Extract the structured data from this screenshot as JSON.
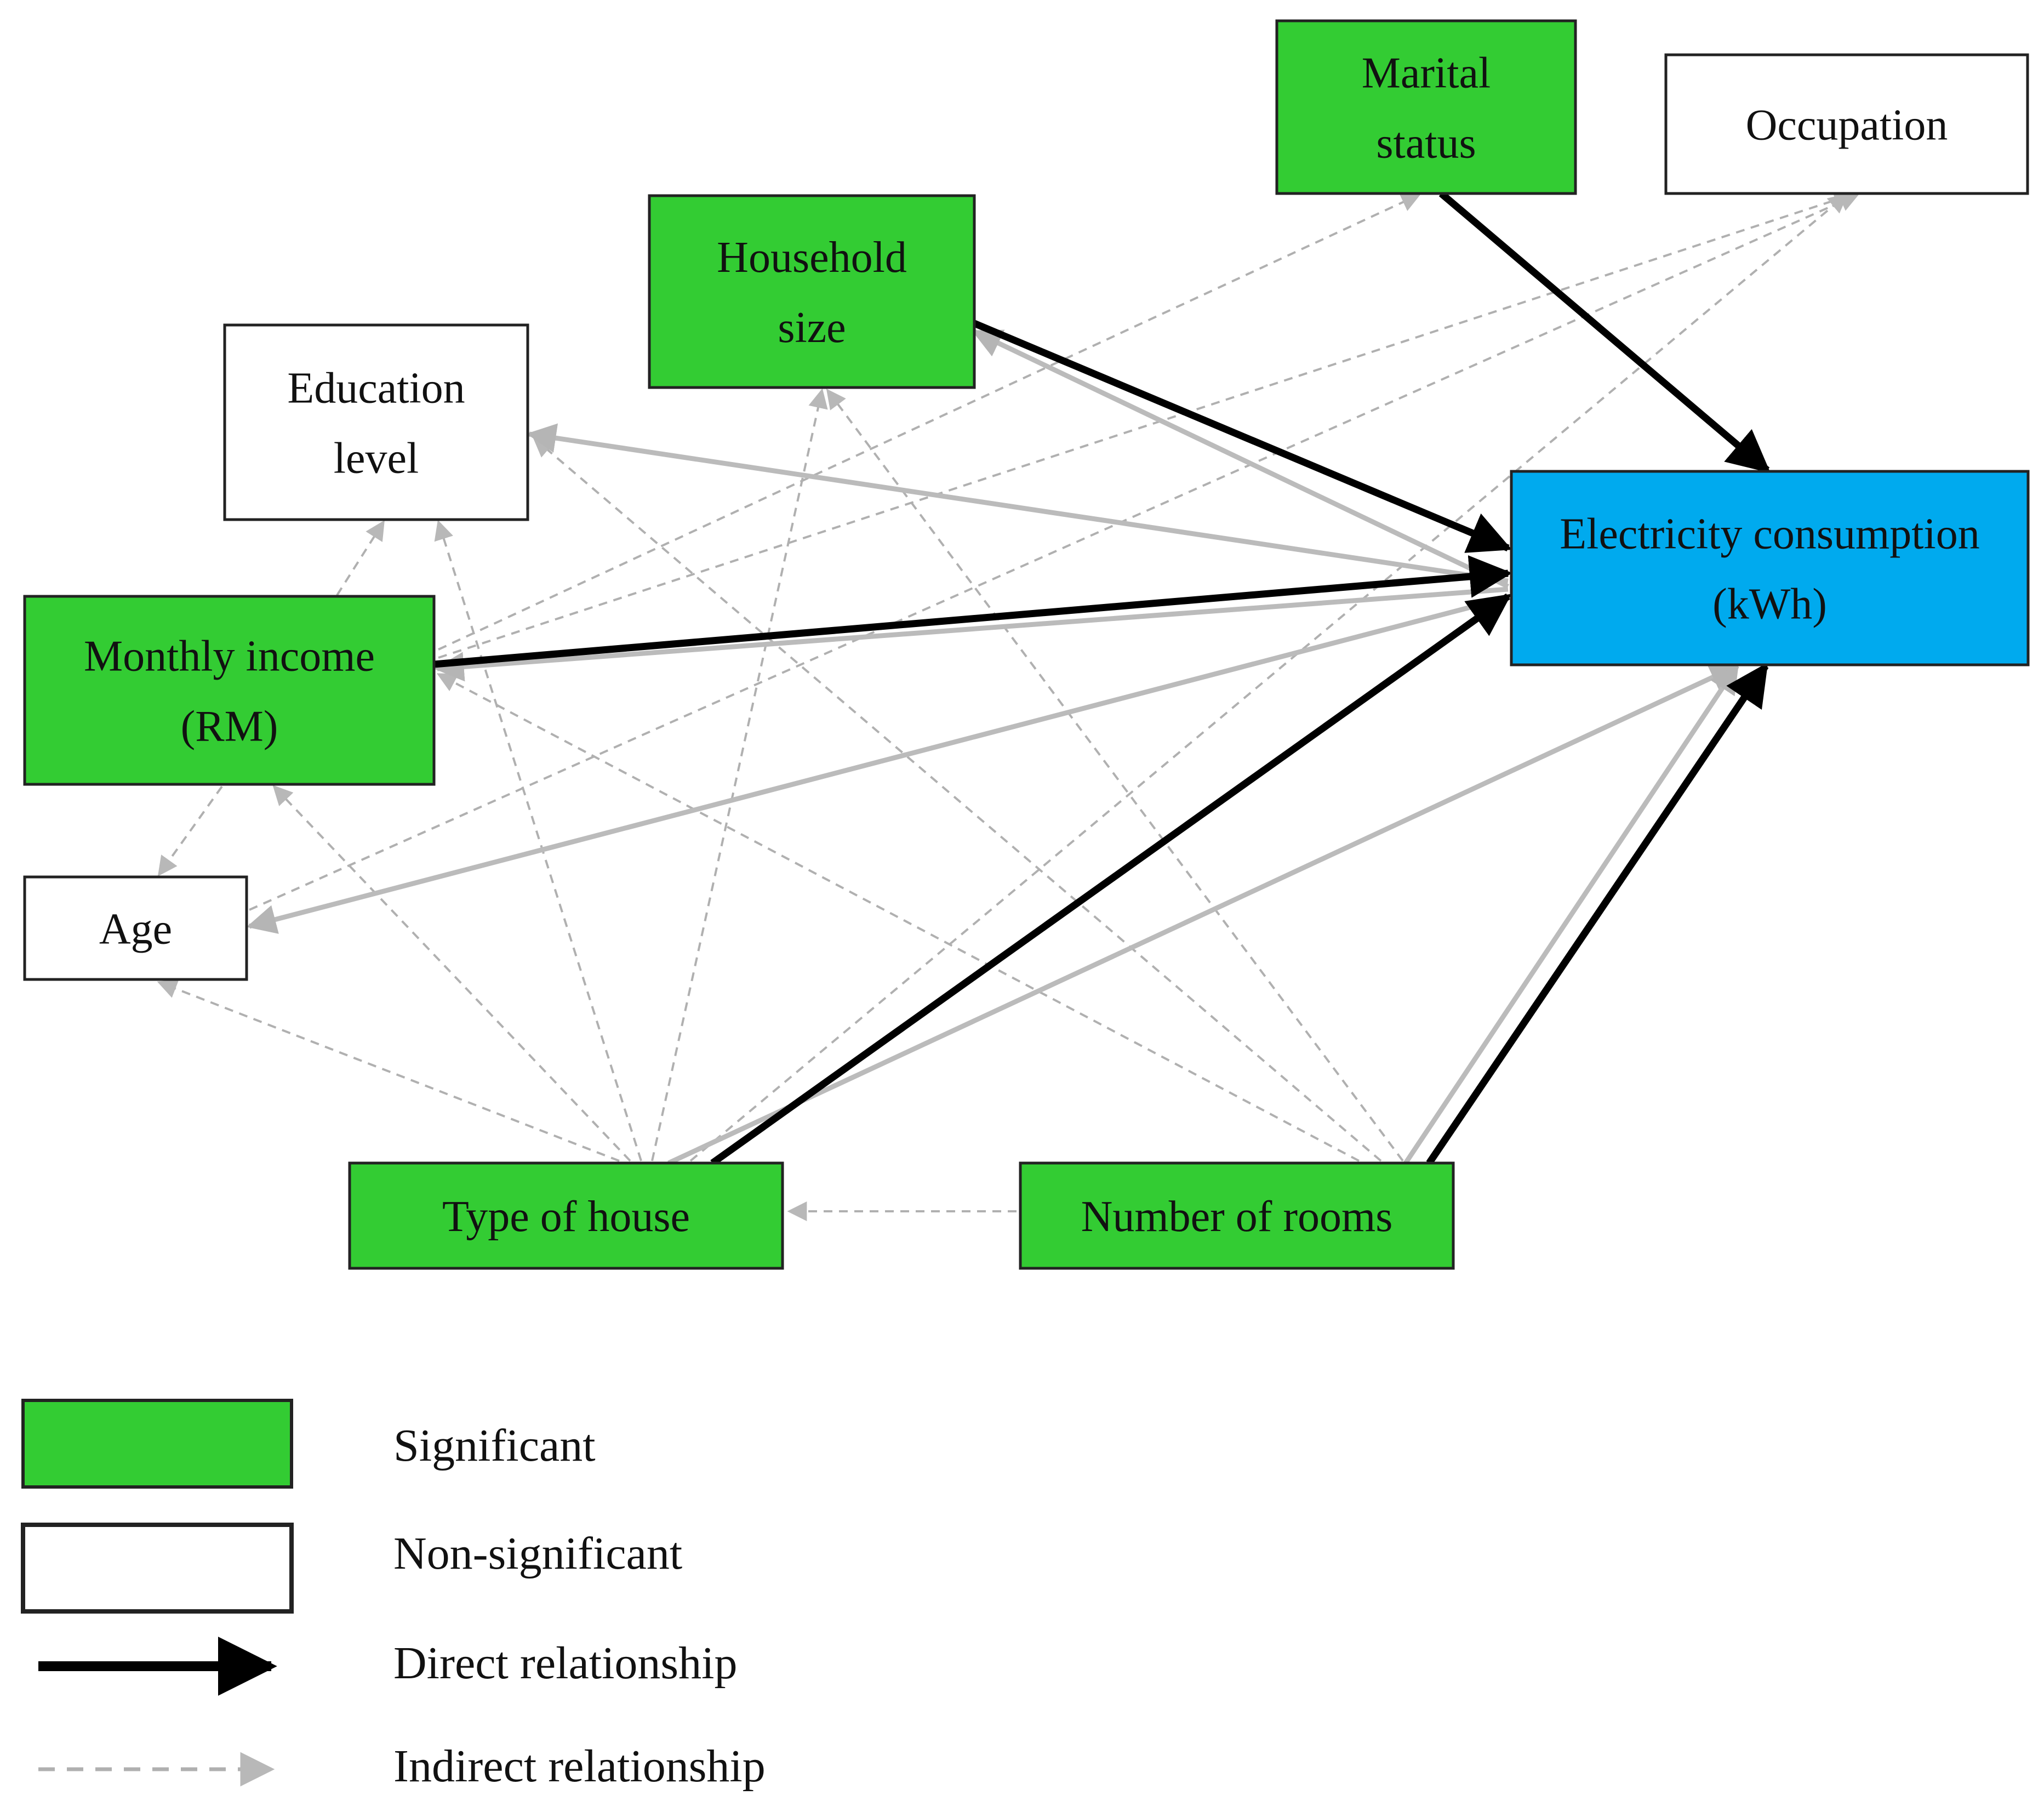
{
  "colors": {
    "significant": "#33cc33",
    "non_significant": "#ffffff",
    "outcome": "#00aaee",
    "border": "#222222",
    "direct": "#000000",
    "indirect": "#b0b0b0",
    "direct_gray": "#bbbbbb"
  },
  "nodes": {
    "marital_status": {
      "lines": [
        "Marital",
        "status"
      ],
      "status": "significant"
    },
    "occupation": {
      "lines": [
        "Occupation"
      ],
      "status": "non-significant"
    },
    "household_size": {
      "lines": [
        "Household",
        "size"
      ],
      "status": "significant"
    },
    "education_level": {
      "lines": [
        "Education",
        "level"
      ],
      "status": "non-significant"
    },
    "monthly_income": {
      "lines": [
        "Monthly income",
        "(RM)"
      ],
      "status": "significant"
    },
    "age": {
      "lines": [
        "Age"
      ],
      "status": "non-significant"
    },
    "type_of_house": {
      "lines": [
        "Type of house"
      ],
      "status": "significant"
    },
    "number_of_rooms": {
      "lines": [
        "Number of rooms"
      ],
      "status": "significant"
    },
    "electricity_consumption": {
      "lines": [
        "Electricity consumption",
        "(kWh)"
      ],
      "status": "outcome"
    }
  },
  "edges": [
    {
      "from": "marital_status",
      "to": "electricity_consumption",
      "kind": "direct-black"
    },
    {
      "from": "household_size",
      "to": "electricity_consumption",
      "kind": "direct-black"
    },
    {
      "from": "monthly_income",
      "to": "electricity_consumption",
      "kind": "direct-black"
    },
    {
      "from": "type_of_house",
      "to": "electricity_consumption",
      "kind": "direct-black"
    },
    {
      "from": "number_of_rooms",
      "to": "electricity_consumption",
      "kind": "direct-black"
    },
    {
      "from": "electricity_consumption",
      "to": "education_level",
      "kind": "direct-gray"
    },
    {
      "from": "electricity_consumption",
      "to": "age",
      "kind": "direct-gray"
    },
    {
      "from": "electricity_consumption",
      "to": "monthly_income",
      "kind": "direct-gray"
    },
    {
      "from": "electricity_consumption",
      "to": "household_size",
      "kind": "direct-gray"
    },
    {
      "from": "type_of_house",
      "to": "electricity_consumption",
      "kind": "direct-gray"
    },
    {
      "from": "number_of_rooms",
      "to": "electricity_consumption",
      "kind": "direct-gray"
    },
    {
      "from": "monthly_income",
      "to": "marital_status",
      "kind": "indirect"
    },
    {
      "from": "monthly_income",
      "to": "occupation",
      "kind": "indirect"
    },
    {
      "from": "age",
      "to": "occupation",
      "kind": "indirect"
    },
    {
      "from": "monthly_income",
      "to": "education_level",
      "kind": "indirect"
    },
    {
      "from": "monthly_income",
      "to": "age",
      "kind": "indirect"
    },
    {
      "from": "type_of_house",
      "to": "age",
      "kind": "indirect"
    },
    {
      "from": "type_of_house",
      "to": "education_level",
      "kind": "indirect"
    },
    {
      "from": "type_of_house",
      "to": "household_size",
      "kind": "indirect"
    },
    {
      "from": "type_of_house",
      "to": "monthly_income",
      "kind": "indirect"
    },
    {
      "from": "type_of_house",
      "to": "occupation",
      "kind": "indirect"
    },
    {
      "from": "number_of_rooms",
      "to": "type_of_house",
      "kind": "indirect"
    },
    {
      "from": "number_of_rooms",
      "to": "household_size",
      "kind": "indirect"
    },
    {
      "from": "number_of_rooms",
      "to": "education_level",
      "kind": "indirect"
    },
    {
      "from": "number_of_rooms",
      "to": "monthly_income",
      "kind": "indirect"
    }
  ],
  "legend": {
    "significant": "Significant",
    "non_significant": "Non-significant",
    "direct": "Direct relationship",
    "indirect": "Indirect relationship"
  }
}
